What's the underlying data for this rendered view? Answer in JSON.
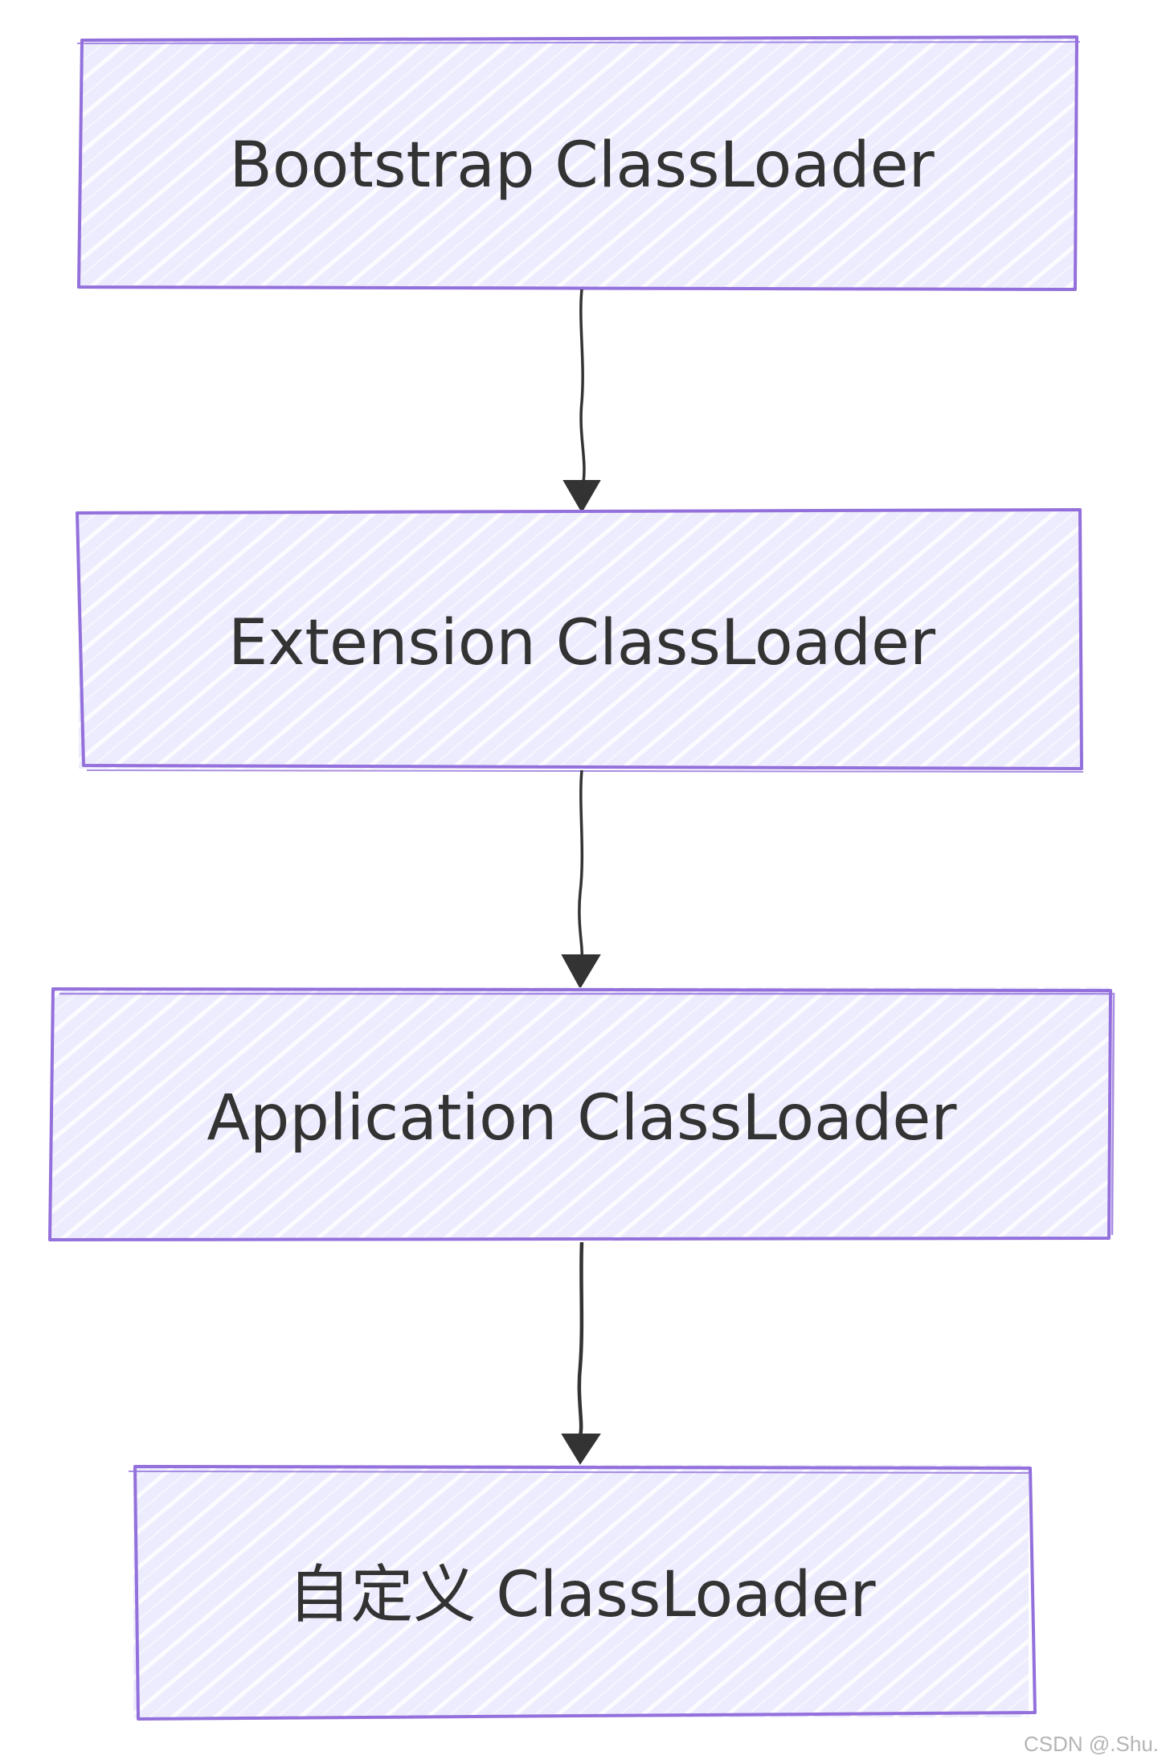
{
  "diagram": {
    "type": "flowchart",
    "direction": "top-down",
    "nodes": [
      {
        "id": "bootstrap",
        "label": "Bootstrap ClassLoader"
      },
      {
        "id": "extension",
        "label": "Extension ClassLoader"
      },
      {
        "id": "application",
        "label": "Application ClassLoader"
      },
      {
        "id": "custom",
        "label": "自定义 ClassLoader"
      }
    ],
    "edges": [
      {
        "from": "bootstrap",
        "to": "extension"
      },
      {
        "from": "extension",
        "to": "application"
      },
      {
        "from": "application",
        "to": "custom"
      }
    ]
  },
  "watermark": "CSDN @.Shu.",
  "colors": {
    "node_fill": "#ececfe",
    "node_hatch": "#ffffff",
    "node_stroke": "#9370db",
    "edge": "#333333",
    "text": "#333333",
    "background": "#ffffff",
    "watermark": "#b5b5b5"
  }
}
